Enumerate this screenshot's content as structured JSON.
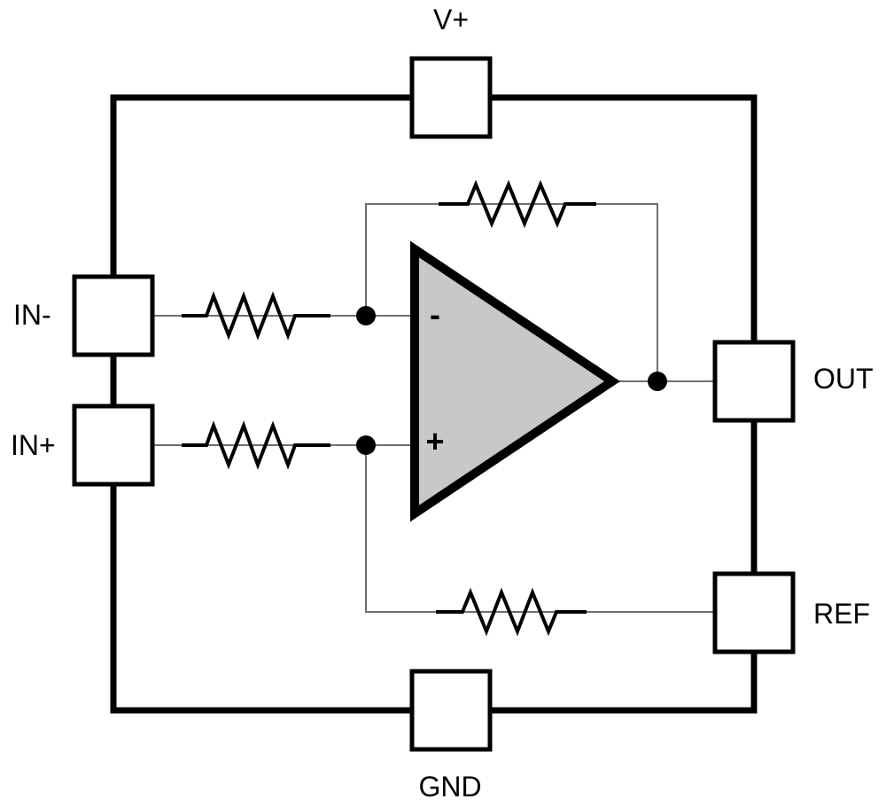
{
  "diagram_title": "op-amp pin block schematic",
  "colors": {
    "background": "#ffffff",
    "wire_thick": "#000000",
    "wire_thin": "#6e6e6e",
    "component_stroke": "#000000",
    "opamp_fill": "#c8c8c8",
    "text": "#000000"
  },
  "pins": {
    "vplus": {
      "label": "V+"
    },
    "in_minus": {
      "label": "IN-"
    },
    "in_plus": {
      "label": "IN+"
    },
    "out": {
      "label": "OUT"
    },
    "ref": {
      "label": "REF"
    },
    "gnd": {
      "label": "GND"
    }
  },
  "opamp": {
    "inverting_input_label": "-",
    "noninverting_input_label": "+"
  },
  "components": {
    "resistor_count": 4,
    "junction_dot_count": 3
  }
}
